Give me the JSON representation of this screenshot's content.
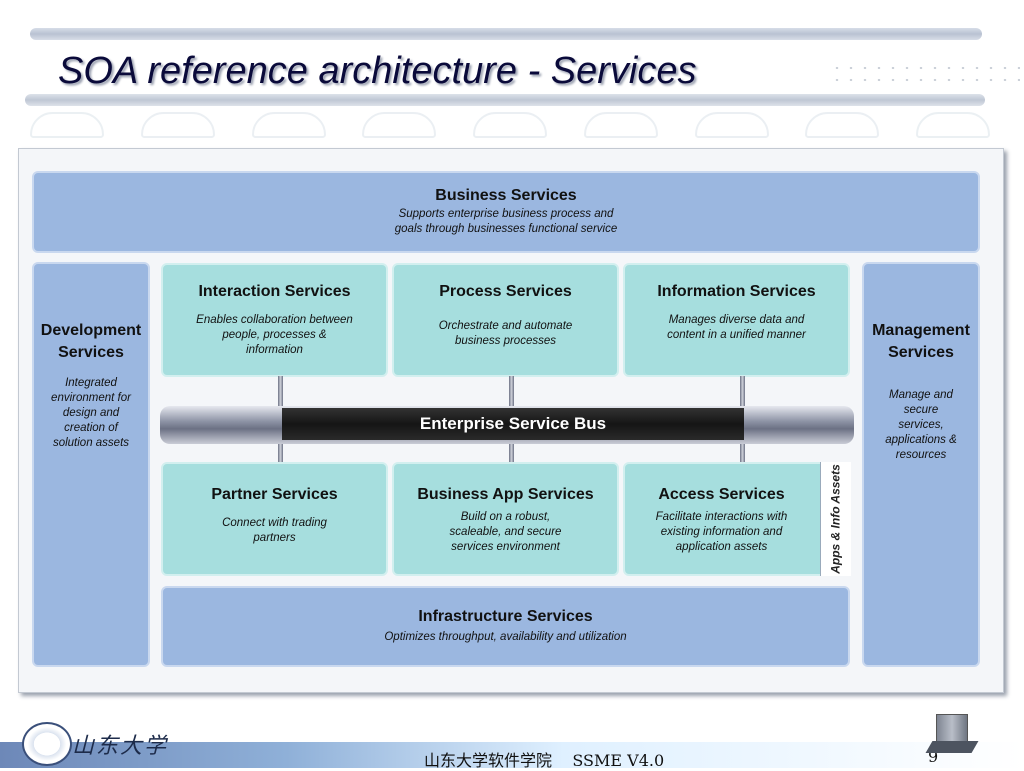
{
  "slide": {
    "title": "SOA reference architecture - Services"
  },
  "diagram": {
    "business": {
      "title": "Business Services",
      "desc": "Supports enterprise business process and goals through businesses functional service"
    },
    "development": {
      "title": "Development Services",
      "desc": "Integrated environment for design and creation of solution assets"
    },
    "management": {
      "title": "Management Services",
      "desc": "Manage and secure services, applications & resources"
    },
    "interaction": {
      "title": "Interaction Services",
      "desc": "Enables collaboration between people, processes & information"
    },
    "process": {
      "title": "Process Services",
      "desc": "Orchestrate and automate business processes"
    },
    "information": {
      "title": "Information Services",
      "desc": "Manages diverse data and content in a unified manner"
    },
    "bus": {
      "label": "Enterprise Service Bus"
    },
    "partner": {
      "title": "Partner Services",
      "desc": "Connect with trading partners"
    },
    "business_app": {
      "title": "Business App Services",
      "desc": "Build on a robust, scaleable, and secure services environment"
    },
    "access": {
      "title": "Access Services",
      "desc": "Facilitate interactions with existing information and application assets"
    },
    "apps_label": "Apps & Info Assets",
    "infrastructure": {
      "title": "Infrastructure Services",
      "desc": "Optimizes throughput, availability and utilization"
    }
  },
  "footer": {
    "logo_text": "山东大学",
    "text": "山东大学软件学院    SSME V4.0",
    "page": "9"
  }
}
